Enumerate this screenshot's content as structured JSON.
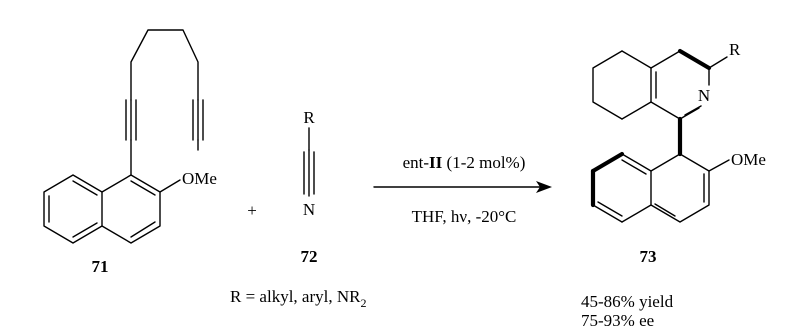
{
  "reactant_1": {
    "compound_number": "71",
    "substituent": "OMe"
  },
  "plus_sign": "+",
  "reactant_2": {
    "compound_number": "72",
    "r_group": "R",
    "nitrogen": "N"
  },
  "r_definition": {
    "text": "R = alkyl, aryl, NR",
    "subscript": "2"
  },
  "conditions": {
    "catalyst_prefix": "ent-",
    "catalyst_id": "II",
    "catalyst_loading": " (1-2 mol%)",
    "solvent_temp": "THF, hν, -20°C"
  },
  "product": {
    "compound_number": "73",
    "r_group": "R",
    "nitrogen": "N",
    "substituent": "OMe",
    "yield": "45-86% yield",
    "ee": "75-93% ee"
  }
}
